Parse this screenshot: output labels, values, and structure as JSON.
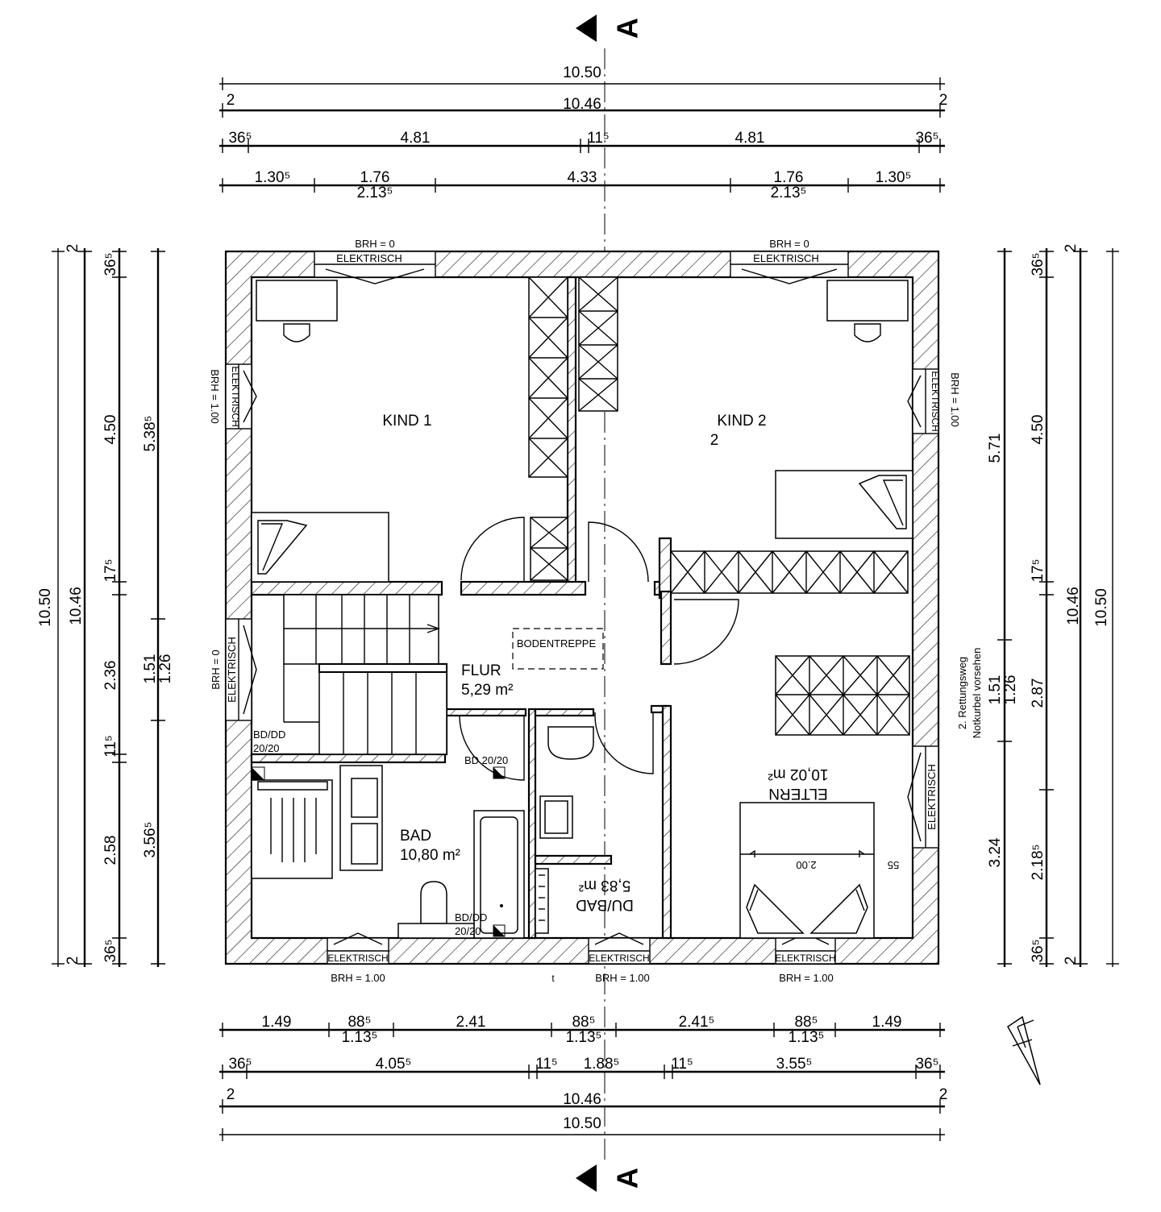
{
  "section": {
    "label": "A"
  },
  "dims_top": {
    "overall": "10.50",
    "edge": "2",
    "inner": "10.46",
    "row3": [
      "36⁵",
      "4.81",
      "11⁵",
      "4.81",
      "36⁵"
    ],
    "row4": [
      "1.30⁵",
      "1.76",
      "2.13⁵",
      "4.33",
      "1.76",
      "2.13⁵",
      "1.30⁵"
    ]
  },
  "dims_bottom": {
    "row1": [
      "1.49",
      "88⁵",
      "1.13⁵",
      "2.41",
      "88⁵",
      "1.13⁵",
      "2.41⁵",
      "88⁵",
      "1.13⁵",
      "1.49"
    ],
    "row2": [
      "36⁵",
      "4.05⁵",
      "11⁵",
      "1.88⁵",
      "11⁵",
      "3.55⁵",
      "36⁵"
    ],
    "edge": "2",
    "inner": "10.46",
    "overall": "10.50"
  },
  "dims_left": {
    "overall": "10.50",
    "edge": "2",
    "inner": "10.46",
    "chain": [
      "36⁵",
      "4.50",
      "17⁵",
      "2.36",
      "11⁵",
      "2.58",
      "36⁵"
    ],
    "openings": [
      "5.38⁵",
      "1.51",
      "1.26",
      "3.56⁵"
    ]
  },
  "dims_right": {
    "overall": "10.50",
    "edge": "2",
    "inner": "10.46",
    "chain": [
      "36⁵",
      "4.50",
      "17⁵",
      "2.87",
      "2.18⁵",
      "36⁵"
    ],
    "openings": [
      "5.71",
      "1.51",
      "1.26",
      "3.24"
    ]
  },
  "rooms": {
    "kind1": {
      "name": "KIND 1"
    },
    "kind2": {
      "name": "KIND 2",
      "area_fragment": "2"
    },
    "flur": {
      "name": "FLUR",
      "area": "5,29 m²"
    },
    "bad": {
      "name": "BAD",
      "area": "10,80 m²"
    },
    "dubad": {
      "name": "DU/BAD",
      "area": "5,83 m²"
    },
    "eltern": {
      "name": "ELTERN",
      "area": "10,02 m²"
    }
  },
  "windows": {
    "brh0": "BRH = 0",
    "brh100": "BRH = 1.00",
    "elektrisch": "ELEKTRISCH",
    "brh_stray": "t"
  },
  "annotations": {
    "bodentreppe": "BODENTREPPE",
    "bd_dd": "BD/DD",
    "size_2020": "20/20",
    "bd_2020": "BD 20/20",
    "rettung1": "2. Rettungsweg",
    "rettung2": "Notkurbel vorsehen",
    "bed_width": "2.00",
    "bed_side": "55"
  }
}
